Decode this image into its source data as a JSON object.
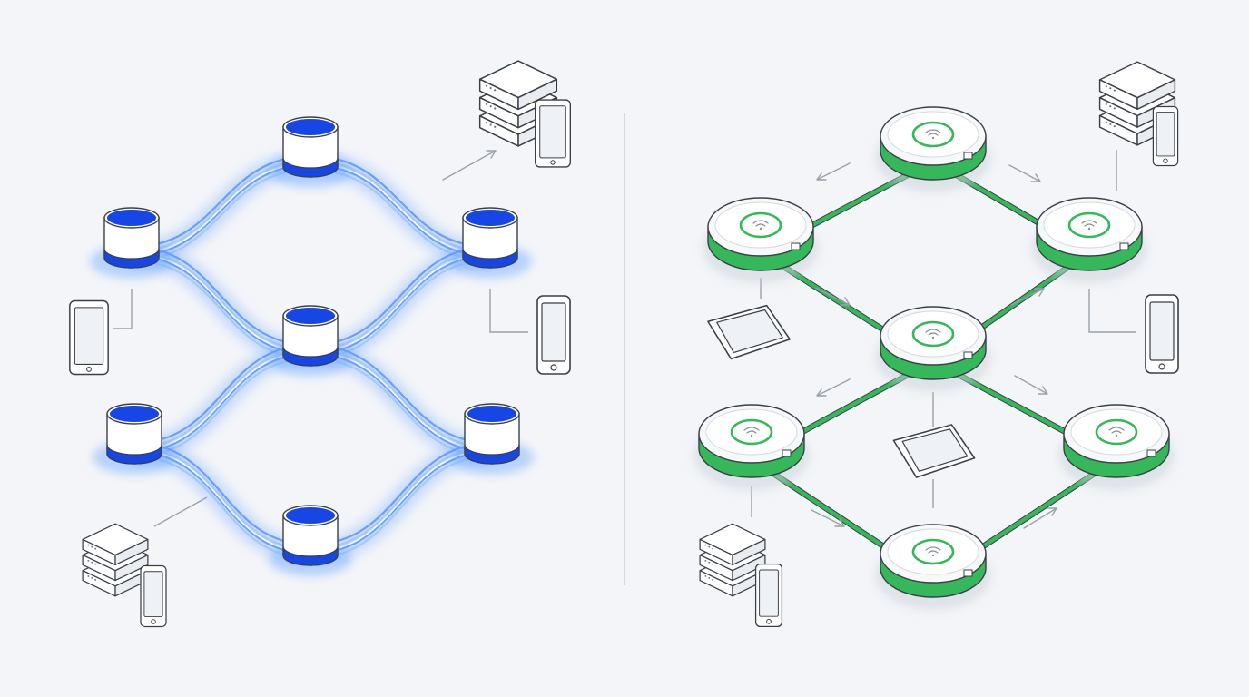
{
  "colors": {
    "background": "#f3f5f8",
    "mesh_blue": "#1746e6",
    "mesh_glow": "#6fa8ff",
    "wired_green": "#34b85a",
    "outline": "#3a3f47",
    "device_fill": "#ffffff",
    "screen_fill": "#eef1f5",
    "connector_gray": "#9aa1ab",
    "divider": "#c9cdd3"
  },
  "icons": {
    "wireless_node": "database-cylinder-icon",
    "wired_node": "wifi-access-point-icon",
    "server": "server-rack-icon",
    "phone": "smartphone-icon",
    "tablet": "tablet-icon"
  },
  "diagram": {
    "left_panel": {
      "nodes": [
        {
          "id": "L1"
        },
        {
          "id": "L2"
        },
        {
          "id": "L3"
        },
        {
          "id": "L4"
        },
        {
          "id": "L5"
        },
        {
          "id": "L6"
        },
        {
          "id": "L7"
        }
      ],
      "links": [
        [
          "L1",
          "L2"
        ],
        [
          "L1",
          "L3"
        ],
        [
          "L2",
          "L4"
        ],
        [
          "L3",
          "L4"
        ],
        [
          "L4",
          "L5"
        ],
        [
          "L4",
          "L6"
        ],
        [
          "L5",
          "L7"
        ],
        [
          "L6",
          "L7"
        ]
      ]
    },
    "right_panel": {
      "nodes": [
        {
          "id": "R1"
        },
        {
          "id": "R2"
        },
        {
          "id": "R3"
        },
        {
          "id": "R4"
        },
        {
          "id": "R5"
        },
        {
          "id": "R6"
        },
        {
          "id": "R7"
        }
      ],
      "links": [
        [
          "R1",
          "R2"
        ],
        [
          "R1",
          "R3"
        ],
        [
          "R2",
          "R4"
        ],
        [
          "R3",
          "R4"
        ],
        [
          "R4",
          "R5"
        ],
        [
          "R4",
          "R6"
        ],
        [
          "R5",
          "R7"
        ],
        [
          "R6",
          "R7"
        ]
      ]
    }
  }
}
